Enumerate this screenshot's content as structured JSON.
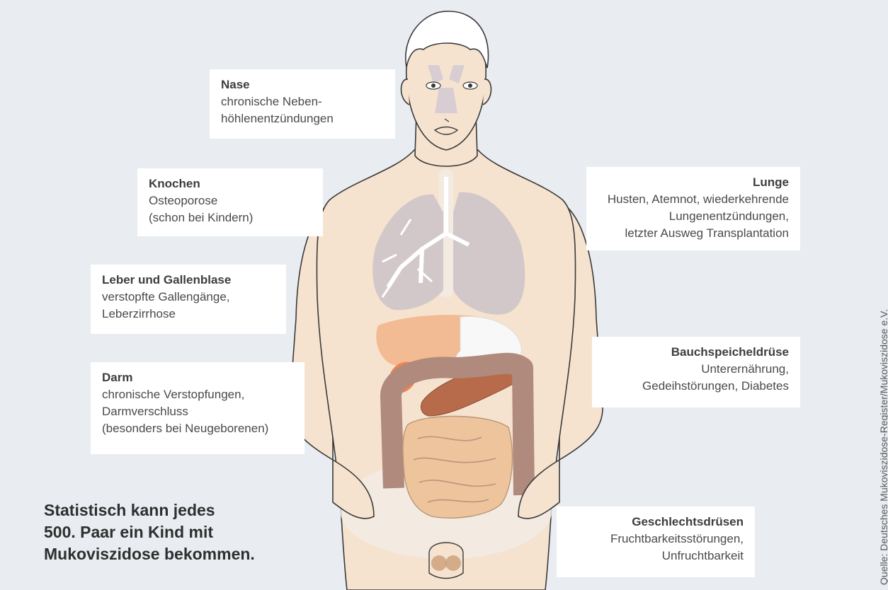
{
  "labels": {
    "nase": {
      "title": "Nase",
      "lines": [
        "chronische Neben-",
        "höhlenentzündungen"
      ]
    },
    "knochen": {
      "title": "Knochen",
      "lines": [
        "Osteoporose",
        "(schon bei Kindern)"
      ]
    },
    "lunge": {
      "title": "Lunge",
      "lines": [
        "Husten, Atemnot, wiederkehrende",
        "Lungenentzündungen,",
        "letzter Ausweg Transplantation"
      ]
    },
    "leber": {
      "title": "Leber und Gallenblase",
      "lines": [
        "verstopfte Gallengänge,",
        "Leberzirrhose"
      ]
    },
    "bauchspeicheldruese": {
      "title": "Bauchspeicheldrüse",
      "lines": [
        "Unterernährung,",
        "Gedeihstörungen, Diabetes"
      ]
    },
    "darm": {
      "title": "Darm",
      "lines": [
        "chronische Verstopfungen,",
        "Darmverschluss",
        "(besonders bei Neugeborenen)"
      ]
    },
    "geschlechtsdruesen": {
      "title": "Geschlechtsdrüsen",
      "lines": [
        "Fruchtbarkeitsstörungen,",
        "Unfruchtbarkeit"
      ]
    }
  },
  "statement": [
    "Statistisch kann jedes",
    "500. Paar ein Kind mit",
    "Mukoviszidose bekommen."
  ],
  "source": "Quelle: Deutsches Mukoviszidose-Register/Mukoviszidose e.V.",
  "colors": {
    "background": "#e9edf1",
    "skin": "#f6e3cf",
    "lung": "#cfc4c8",
    "liver": "#f2b48a",
    "gallbladder": "#e98455",
    "pancreas": "#b86b4a",
    "intestine": "#edc49c",
    "colon": "#b08a7c"
  }
}
